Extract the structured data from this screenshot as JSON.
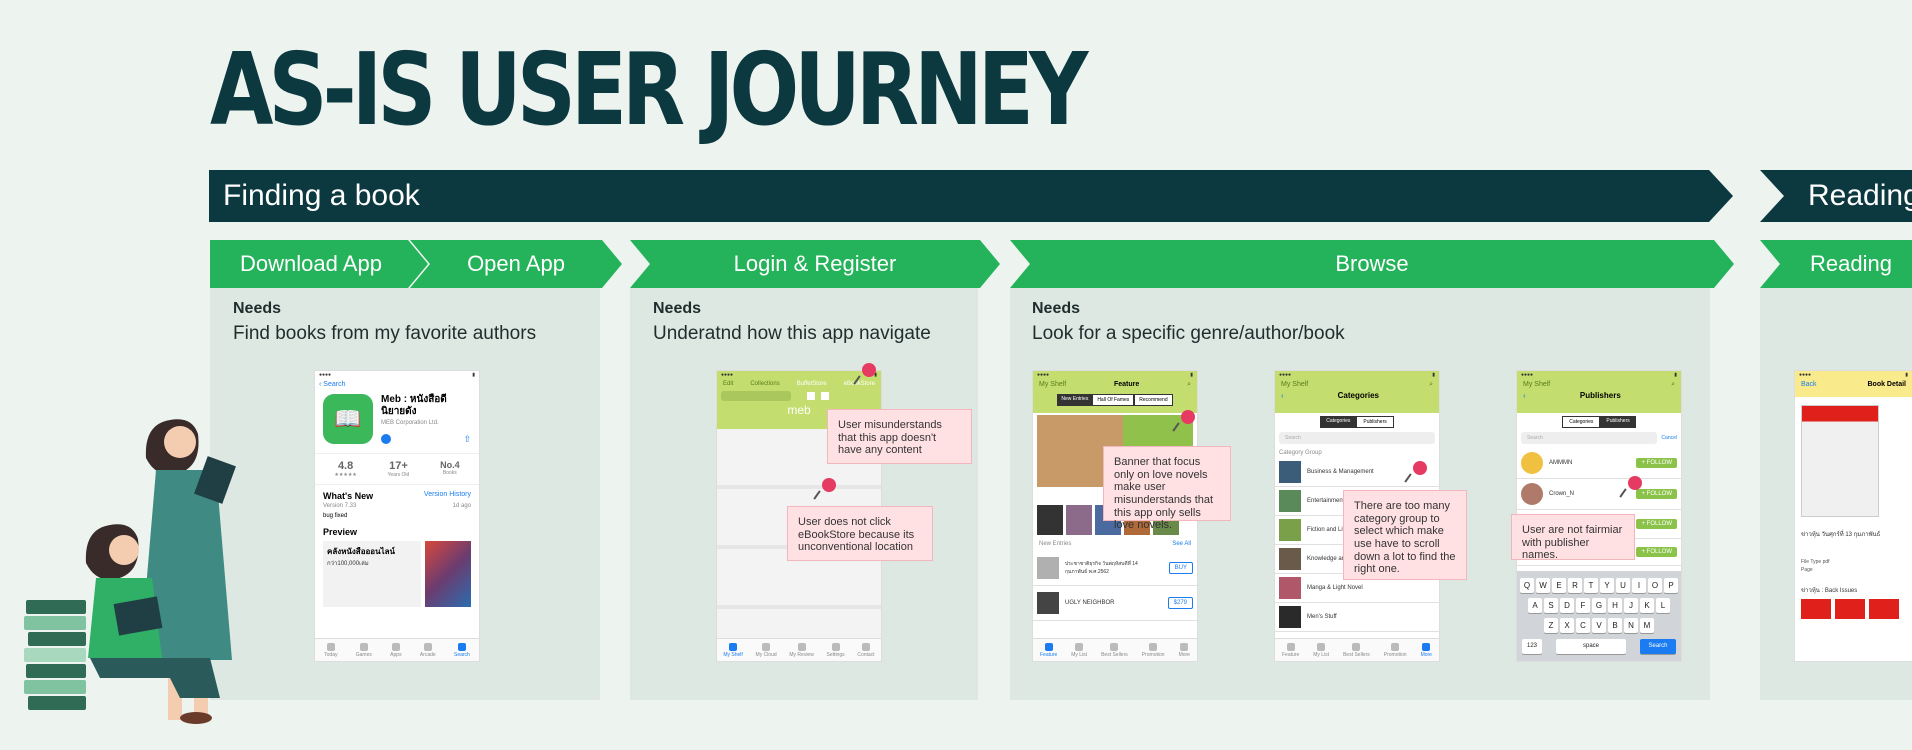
{
  "title": "AS-IS USER JOURNEY",
  "phases": [
    {
      "label": "Finding a book"
    },
    {
      "label": "Reading"
    }
  ],
  "stages": [
    {
      "label": "Download App"
    },
    {
      "label": "Open App"
    },
    {
      "label": "Login & Register"
    },
    {
      "label": "Browse"
    },
    {
      "label": "Reading"
    }
  ],
  "needs": {
    "heading": "Needs",
    "items": [
      "Find books from my favorite authors",
      "Underatnd how this app navigate",
      "Look for a specific genre/author/book"
    ]
  },
  "notes": [
    "User misunderstands that this app doesn't have any content",
    "User does not click eBookStore because its unconventional location",
    "Banner that focus only on love novels make user misunderstands that this app only sells love novels.",
    "There are too many category group to select which make use have to scroll down a lot to find the right one.",
    "User are not fairmiar with publisher names."
  ],
  "screens": {
    "appstore": {
      "back": "Search",
      "app_name": "Meb : หนังสือดี นิยายดัง",
      "developer": "MEB Corporation Ltd.",
      "rating": "4.8",
      "stars": "★★★★★",
      "age": "17+",
      "age_label": "Years Old",
      "chart": "No.4",
      "chart_label": "Books",
      "whats_new": "What's New",
      "version_history": "Version History",
      "version": "Version 7.33",
      "ago": "1d ago",
      "bug": "bug fixed",
      "preview": "Preview",
      "promo1": "คลังหนังสือออนไลน์",
      "promo2": "กว่า100,000เล่ม",
      "tabs": [
        "Today",
        "Games",
        "Apps",
        "Arcade",
        "Search"
      ]
    },
    "login": {
      "left": "Edit",
      "mid": "Collections",
      "store1": "BuffetStore",
      "store2": "eBookStore",
      "logo": "meb",
      "tabs": [
        "My Shelf",
        "My Cloud",
        "My Review",
        "Settings",
        "Contact"
      ]
    },
    "feature": {
      "left": "My Shelf",
      "title": "Feature",
      "seg": [
        "New Entries",
        "Hall Of Fames",
        "Recommend"
      ],
      "row_title": "New Entries",
      "see_all": "See All",
      "item1": "ประชาชาติธุรกิจ วันพฤหัสบดีที่ 14 กุมภาพันธ์ พ.ศ.2562",
      "buy": "BUY",
      "item2": "UGLY NEIGHBOR",
      "price": "$279",
      "tabs": [
        "Feature",
        "My List",
        "Best Sellers",
        "Promotion",
        "More"
      ]
    },
    "categories": {
      "left": "My Shelf",
      "title": "Categories",
      "seg": [
        "Categories",
        "Publishers"
      ],
      "search": "Search",
      "group": "Category Group",
      "items": [
        "Business & Management",
        "Entertainment",
        "Fiction and Literature",
        "Knowledge and Education",
        "Manga & Light Novel",
        "Men's Stuff"
      ],
      "tabs": [
        "Feature",
        "My List",
        "Best Sellers",
        "Promotion",
        "More"
      ]
    },
    "publishers": {
      "left": "My Shelf",
      "title": "Publishers",
      "seg": [
        "Categories",
        "Publishers"
      ],
      "search": "Search",
      "cancel": "Cancel",
      "items": [
        "AMMMN",
        "Crown_N"
      ],
      "follow": "+ FOLLOW",
      "keys1": [
        "Q",
        "W",
        "E",
        "R",
        "T",
        "Y",
        "U",
        "I",
        "O",
        "P"
      ],
      "keys2": [
        "A",
        "S",
        "D",
        "F",
        "G",
        "H",
        "J",
        "K",
        "L"
      ],
      "keys3": [
        "Z",
        "X",
        "C",
        "V",
        "B",
        "N",
        "M"
      ],
      "space": "space",
      "search_key": "Search",
      "num": "123"
    },
    "detail": {
      "back": "Back",
      "title": "Book Detail",
      "text": "ข่าวหุ้น วันศุกร์ที่ 13 กุมภาพันธ์",
      "file_type": "File Type",
      "pdf": "pdf",
      "pages": "Page",
      "back_issues": "ข่าวหุ้น : Back Issues"
    }
  },
  "colors": {
    "dark": "#0c3840",
    "green": "#24b35a",
    "panel": "#dce8e1",
    "note": "#ffe1e4",
    "pin": "#e63a63",
    "appbar": "#c3de6e"
  }
}
